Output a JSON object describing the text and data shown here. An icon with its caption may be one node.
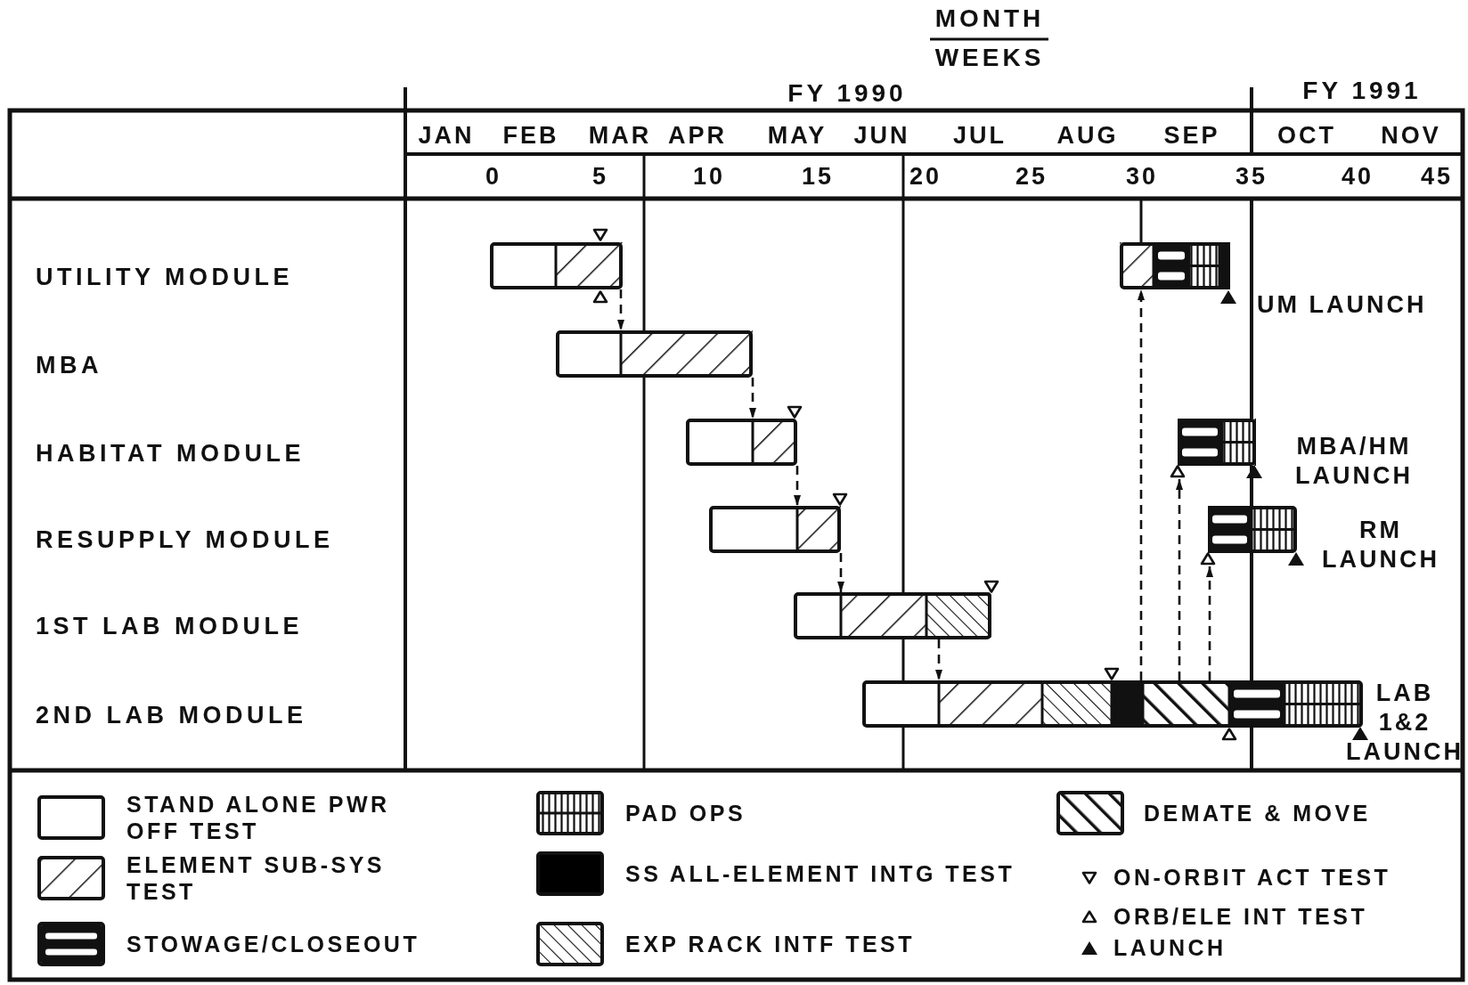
{
  "diagram": {
    "nodes": [
      {
        "text": [],
        "shape": "bar"
      },
      {
        "text": [],
        "shape": "bar"
      },
      {
        "text": [],
        "shape": "bar"
      },
      {
        "text": [],
        "shape": "bar"
      },
      {
        "text": [],
        "shape": "bar"
      },
      {
        "text": [],
        "shape": "bar"
      },
      {
        "text": [],
        "shape": "bar"
      },
      {
        "text": [],
        "shape": "bar"
      },
      {
        "text": [],
        "shape": "bar"
      }
    ],
    "edges": [
      {
        "from": 0,
        "to": 2,
        "arrow": "to",
        "style": "dashed"
      },
      {
        "from": 2,
        "to": 3,
        "arrow": "to",
        "style": "dashed"
      },
      {
        "from": 3,
        "to": 5,
        "arrow": "to",
        "style": "dashed"
      },
      {
        "from": 5,
        "to": 7,
        "arrow": "to",
        "style": "dashed"
      },
      {
        "from": 7,
        "to": 8,
        "arrow": "to",
        "style": "dashed"
      },
      {
        "from": 8,
        "to": 1,
        "arrow": "to",
        "style": "dashed"
      },
      {
        "from": 8,
        "to": 4,
        "arrow": "to",
        "style": "dashed"
      },
      {
        "from": 8,
        "to": 6,
        "arrow": "to",
        "style": "dashed"
      }
    ],
    "labels": [
      "MONTH",
      "WEEKS",
      "FY 1990",
      "FY 1991",
      "JAN",
      "FEB",
      "MAR",
      "APR",
      "MAY",
      "JUN",
      "JUL",
      "AUG",
      "SEP",
      "OCT",
      "NOV",
      "0",
      "5",
      "10",
      "15",
      "20",
      "25",
      "30",
      "35",
      "40",
      "45",
      "UTILITY MODULE",
      "MBA",
      "HABITAT MODULE",
      "RESUPPLY MODULE",
      "1ST LAB MODULE",
      "2ND LAB MODULE",
      "UM LAUNCH",
      "MBA/HM LAUNCH",
      "RM LAUNCH",
      "LAB 1&2 LAUNCH"
    ],
    "legend": [
      {
        "text": "STAND ALONE PWR OFF TEST",
        "color": "#ffffff"
      },
      {
        "text": "ELEMENT SUB-SYS TEST"
      },
      {
        "text": "STOWAGE/CLOSEOUT"
      },
      {
        "text": "PAD OPS"
      },
      {
        "text": "SS ALL-ELEMENT INTG TEST",
        "color": "#000000"
      },
      {
        "text": "EXP RACK INTF TEST"
      },
      {
        "text": "DEMATE & MOVE"
      },
      {
        "text": "ON-ORBIT ACT TEST"
      },
      {
        "text": "ORB/ELE INT TEST"
      },
      {
        "text": "LAUNCH"
      }
    ]
  }
}
